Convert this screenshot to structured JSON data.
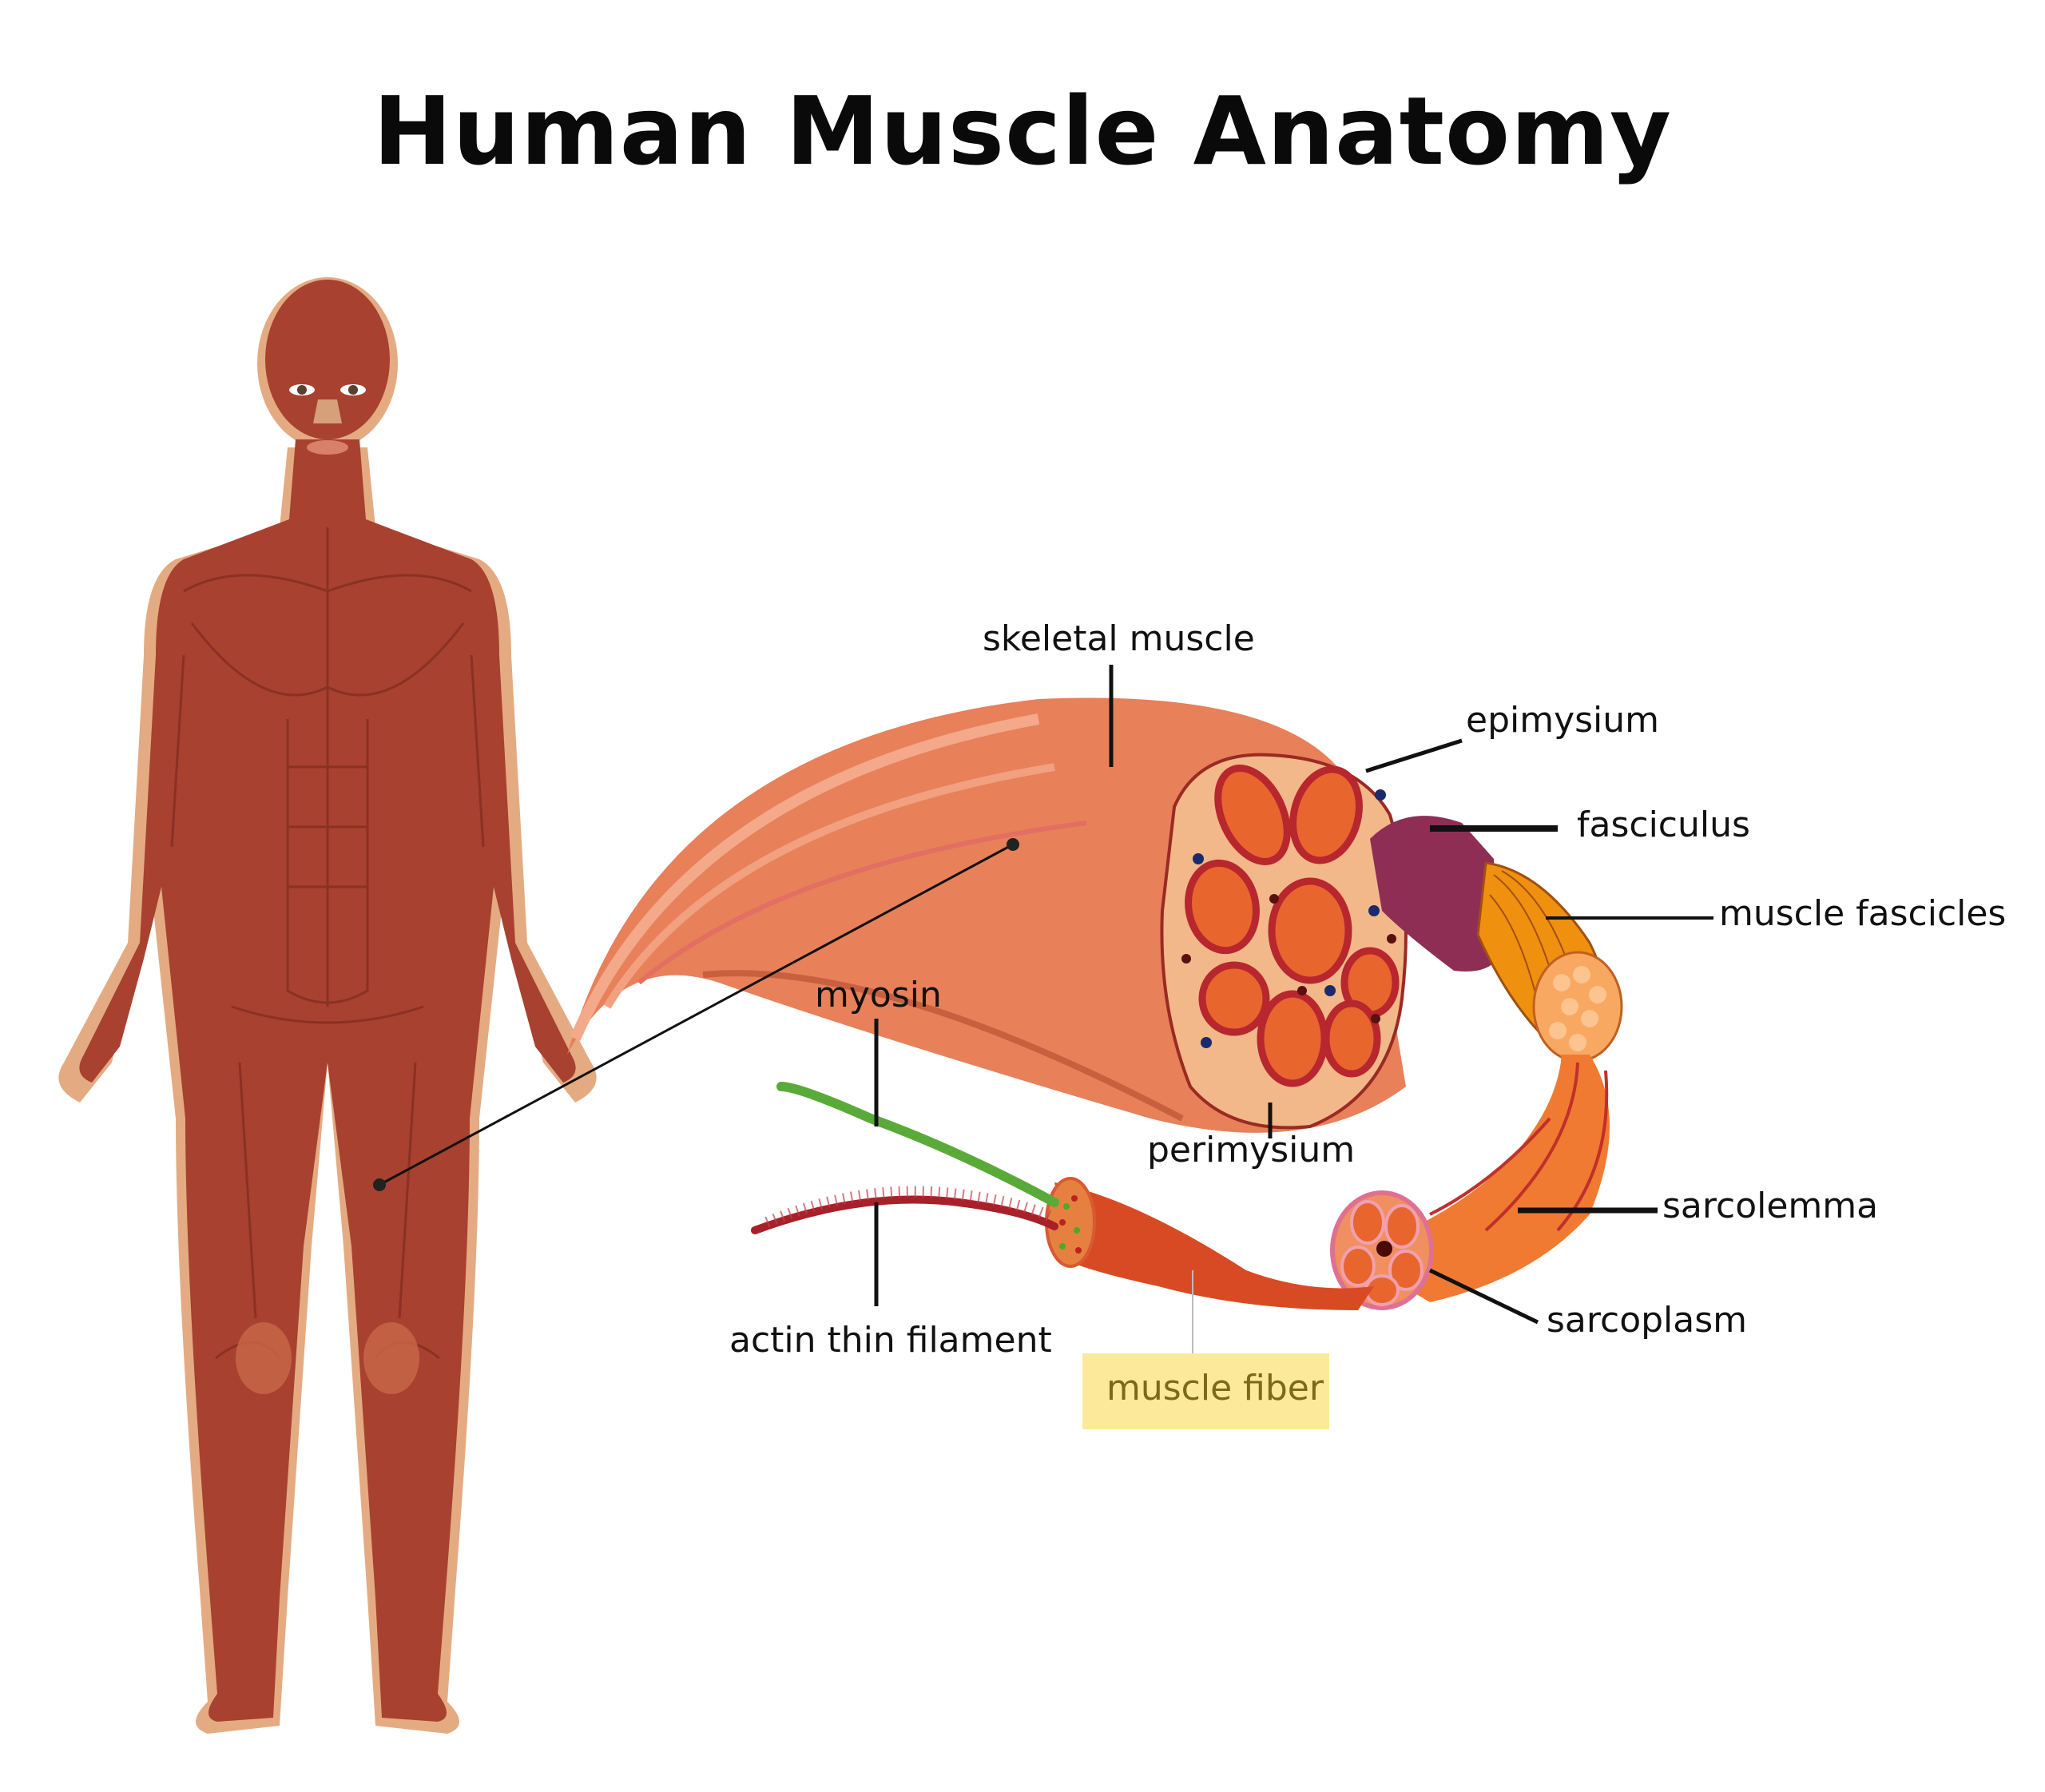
{
  "title": "Human Muscle Anatomy",
  "labels": {
    "skeletal_muscle": "skeletal muscle",
    "epimysium": "epimysium",
    "fasciculus": "fasciculus",
    "muscle_fascicles": "muscle fascicles",
    "myosin": "myosin",
    "perimysium": "perimysium",
    "sarcolemma": "sarcolemma",
    "sarcoplasm": "sarcoplasm",
    "actin_thin_filament": "actin thin filament",
    "muscle_fiber": "muscle fiber"
  },
  "colors": {
    "body_muscle": "#a8412f",
    "body_outline": "#e2a77e",
    "skeletal_muscle": "#e8805a",
    "cross_section": "#f2b88a",
    "fascicle_ring": "#b8262e",
    "fasciculus": "#8e2e55",
    "fascicles_bundle": "#f0900f",
    "fiber": "#e05a2a",
    "myosin": "#5aaa3a",
    "actin": "#a8202a",
    "highlight": "#fde99a"
  }
}
